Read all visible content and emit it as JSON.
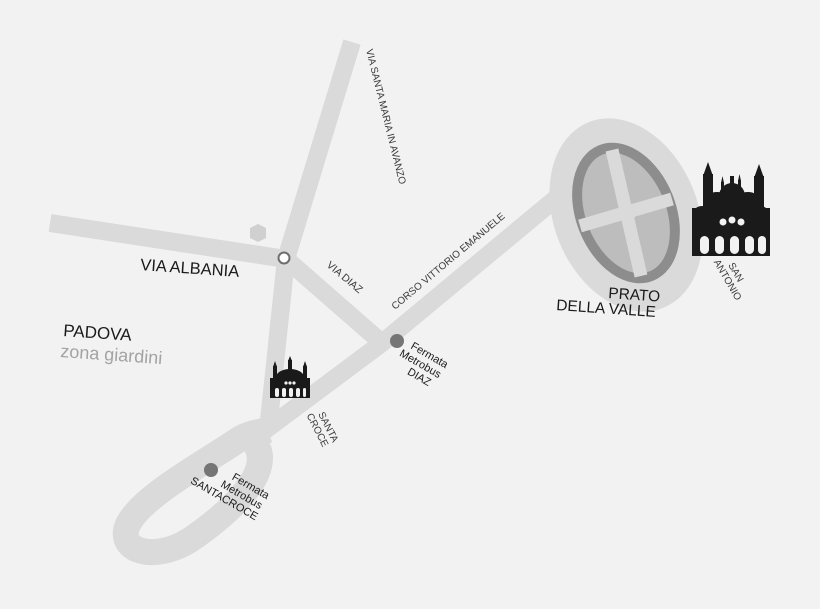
{
  "city": "PADOVA",
  "district": "zona giardini",
  "streets": {
    "via_albania": "VIA ALBANIA",
    "via_santa_maria": "VIA SANTA MARIA IN AVANZO",
    "via_diaz": "VIA DIAZ",
    "corso_vittorio": "CORSO VITTORIO EMANUELE"
  },
  "places": {
    "prato_line1": "PRATO",
    "prato_line2": "DELLA VALLE",
    "san_antonio_line1": "SAN",
    "san_antonio_line2": "ANTONIO",
    "santa_croce_line1": "SANTA",
    "santa_croce_line2": "CROCE"
  },
  "stops": {
    "diaz": [
      "Fermata",
      "Metrobus",
      "DIAZ"
    ],
    "santacroce": [
      "Fermata",
      "Metrobus",
      "SANTACROCE"
    ]
  },
  "colors": {
    "background": "#f2f2f2",
    "road": "#dadada",
    "park_ring": "#8d8d8d",
    "park_fill": "#bdbdbd",
    "landmark": "#1a1a1a",
    "stop": "#757575"
  },
  "icons": {
    "basilica": "church-icon",
    "santa_croce": "church-icon",
    "stop": "bus-stop-icon"
  }
}
